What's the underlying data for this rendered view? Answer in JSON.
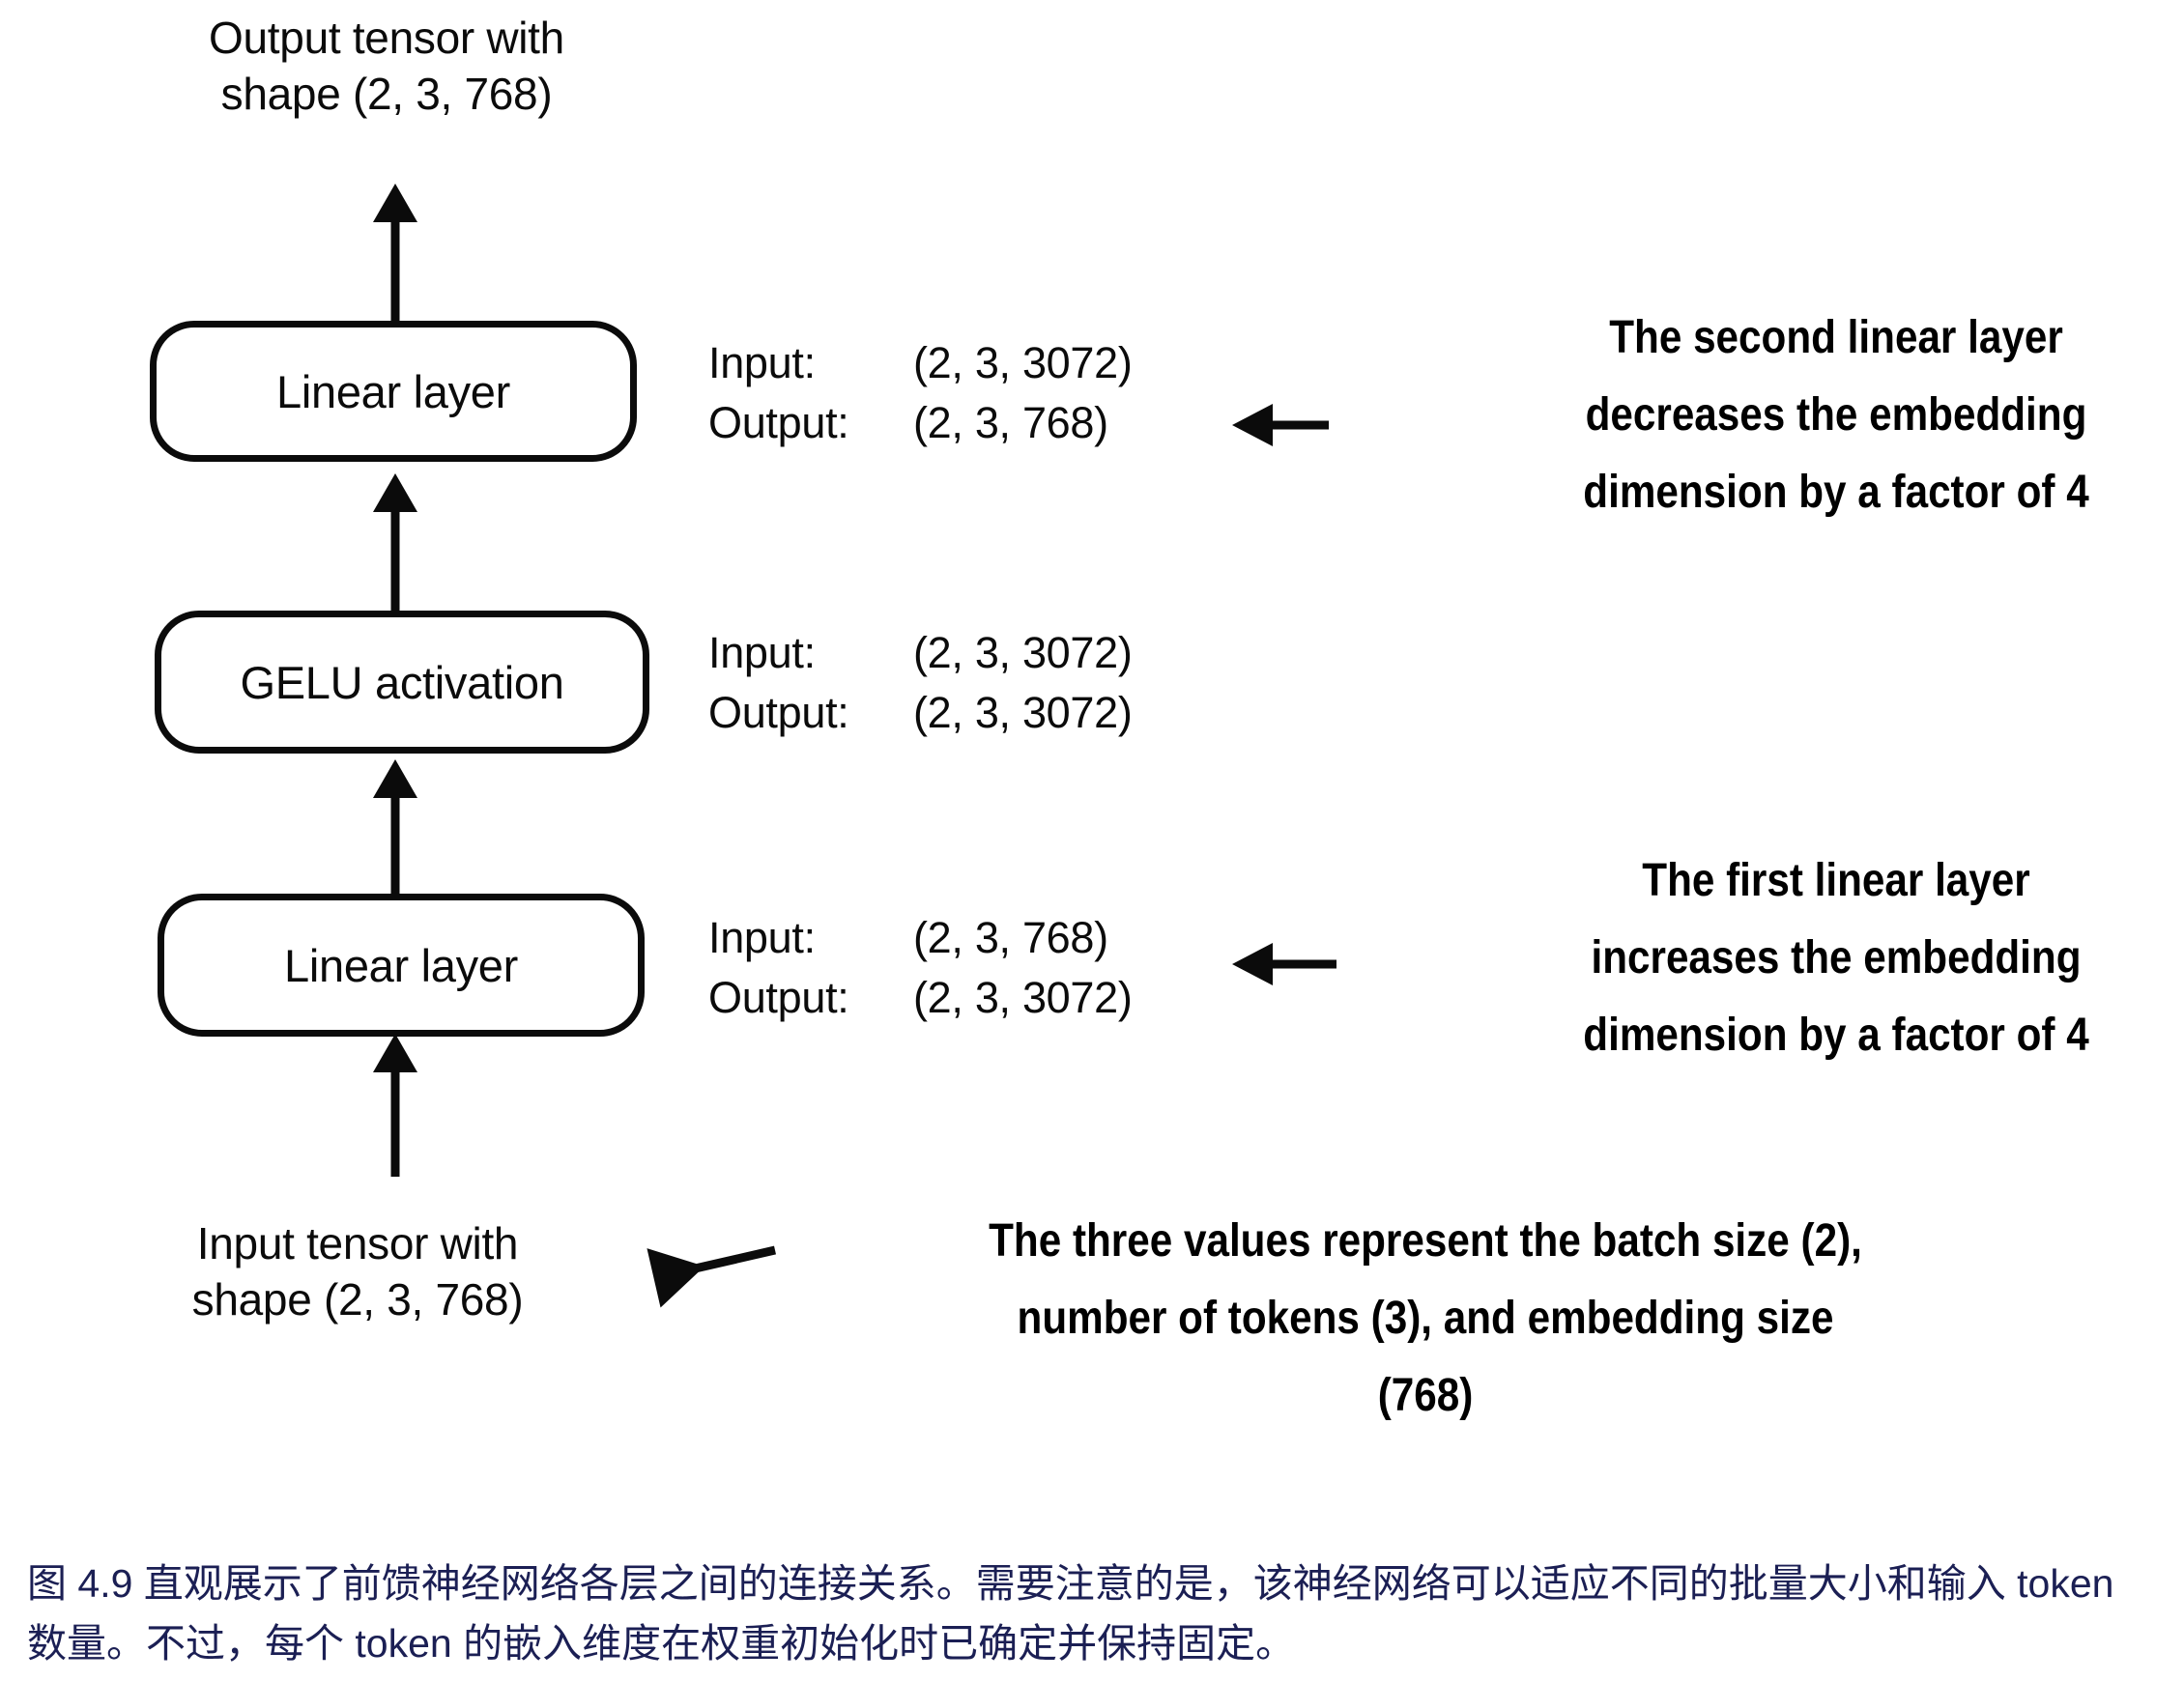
{
  "figure": {
    "top_label": "Output tensor with\nshape (2, 3, 768)",
    "bottom_label": "Input tensor with\nshape (2, 3, 768)",
    "nodes": [
      {
        "id": "linear-2",
        "label": "Linear layer"
      },
      {
        "id": "gelu",
        "label": "GELU activation"
      },
      {
        "id": "linear-1",
        "label": "Linear layer"
      }
    ],
    "io_specs": [
      {
        "for": "linear-2",
        "input_key": "Input:",
        "input_value": "(2, 3, 3072)",
        "output_key": "Output:",
        "output_value": "(2, 3, 768)"
      },
      {
        "for": "gelu",
        "input_key": "Input:",
        "input_value": "(2, 3, 3072)",
        "output_key": "Output:",
        "output_value": "(2, 3, 3072)"
      },
      {
        "for": "linear-1",
        "input_key": "Input:",
        "input_value": "(2, 3, 768)",
        "output_key": "Output:",
        "output_value": "(2, 3, 3072)"
      }
    ],
    "annotations": [
      {
        "id": "second-linear-note",
        "text": "The second linear layer\ndecreases the embedding\ndimension by a factor of 4"
      },
      {
        "id": "first-linear-note",
        "text": "The first linear layer\nincreases the embedding\ndimension by a factor of 4"
      },
      {
        "id": "three-values-note",
        "text": "The three values represent the batch size (2),\nnumber of tokens (3), and embedding size\n(768)"
      }
    ],
    "colors": {
      "ink": "#0b0b0b",
      "caption": "#1b1f54",
      "background": "#ffffff"
    }
  },
  "caption": {
    "text": "图 4.9 直观展示了前馈神经网络各层之间的连接关系。需要注意的是，该神经网络可以适应不同的批量大小和输入 token 数量。不过，每个 token 的嵌入维度在权重初始化时已确定并保持固定。"
  }
}
